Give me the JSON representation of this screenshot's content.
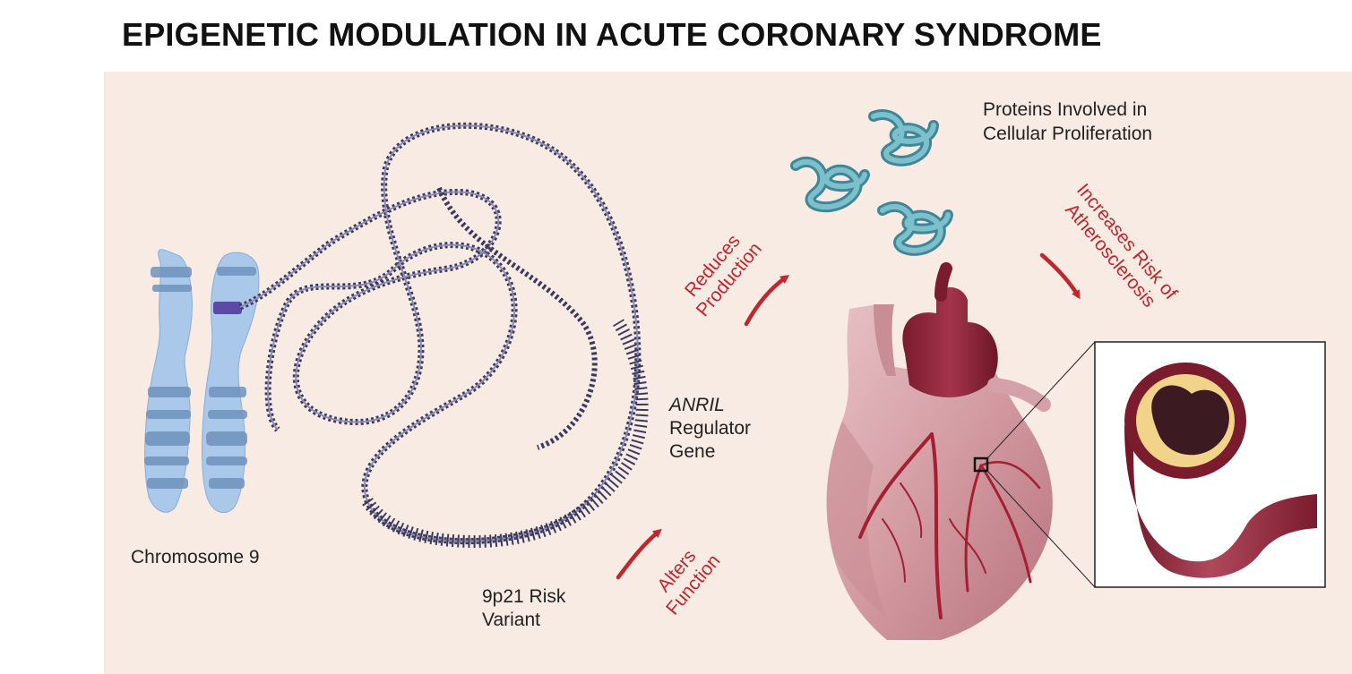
{
  "title": "EPIGENETIC MODULATION IN ACUTE CORONARY SYNDROME",
  "labels": {
    "chromosome": "Chromosome 9",
    "risk_variant": [
      "9p21 Risk",
      "Variant"
    ],
    "anril": "ANRIL",
    "regulator": [
      "Regulator",
      "Gene"
    ],
    "proteins": [
      "Proteins Involved in",
      "Cellular Proliferation"
    ]
  },
  "arrows": {
    "alters": [
      "Alters",
      "Function"
    ],
    "reduces": [
      "Reduces",
      "Production"
    ],
    "increases": [
      "Increases Risk of",
      "Atherosclerosis"
    ]
  },
  "colors": {
    "background": "#f8ebe3",
    "arrow": "#c0262d",
    "chromosome": "#a9c8ea",
    "chromosome_band": "#6f93bd",
    "dna": "#3b3a5e",
    "protein": "#4f9aaa",
    "heart": "#b5475a",
    "artery_wall": "#8b1e33",
    "plaque": "#f2d38a"
  },
  "icons": [
    "chromosome-icon",
    "dna-strand-icon",
    "protein-icon",
    "heart-icon",
    "artery-cross-section-icon",
    "arrow-icon"
  ]
}
